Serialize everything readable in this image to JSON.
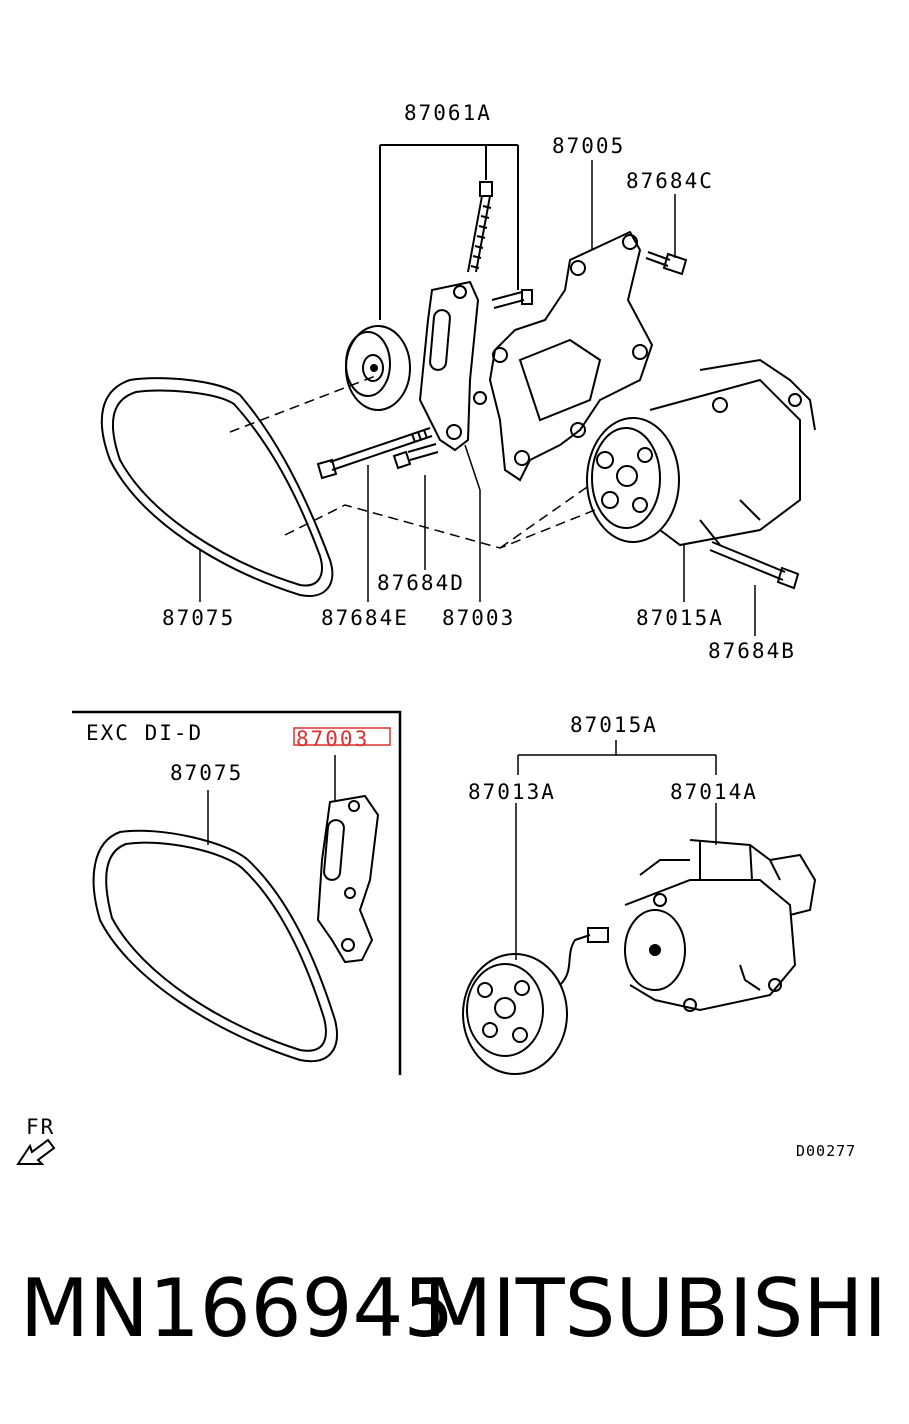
{
  "main_diagram": {
    "callouts": {
      "bracket_set": "87061A",
      "bracket": "87005",
      "bolt_c": "87684C",
      "belt": "87075",
      "bolt_e": "87684E",
      "bolt_d": "87684D",
      "tensioner": "87003",
      "compressor": "87015A",
      "bolt_b": "87684B"
    }
  },
  "inset": {
    "title": "EXC DI-D",
    "tensioner": "87003",
    "belt": "87075"
  },
  "compressor_detail": {
    "assembly": "87015A",
    "clutch": "87013A",
    "body": "87014A"
  },
  "front_indicator": "FR",
  "diagram_code": "D00277",
  "footer": {
    "part_number": "MN166945",
    "brand": "MITSUBISHI"
  },
  "colors": {
    "line": "#000000",
    "highlight": "#e03030"
  }
}
